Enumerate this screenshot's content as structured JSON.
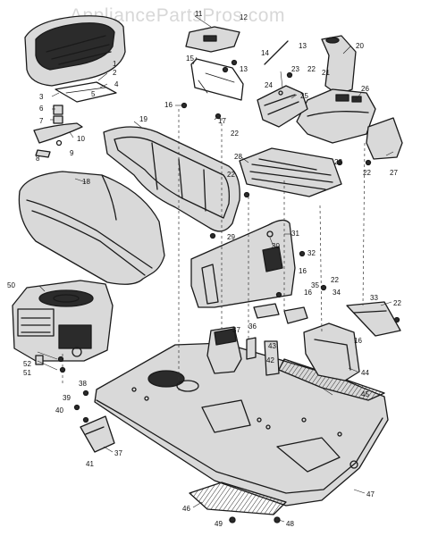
{
  "watermark": "AppliancePartsPros.com",
  "callouts": [
    "1",
    "2",
    "3",
    "4",
    "5",
    "6",
    "7",
    "8",
    "9",
    "10",
    "11",
    "12",
    "13",
    "14",
    "15",
    "16",
    "17",
    "18",
    "19",
    "20",
    "21",
    "22",
    "23",
    "24",
    "25",
    "26",
    "27",
    "28",
    "29",
    "30",
    "31",
    "32",
    "33",
    "34",
    "35",
    "36",
    "37",
    "38",
    "39",
    "40",
    "41",
    "42",
    "43",
    "44",
    "45",
    "46",
    "47",
    "48",
    "49",
    "50",
    "51",
    "52"
  ],
  "parts": {
    "seat": "seat",
    "seat_pan": "seat-mounting-plate",
    "spring": "seat-spring",
    "hood": "hood",
    "grille": "grille-frame",
    "dash": "dashboard-panel",
    "steering_cover": "steering-column-cover",
    "console": "console",
    "fuel_cover": "fuel-tank-cover",
    "footrest": "footrest-grille",
    "firewall": "firewall",
    "engine": "engine",
    "frame": "main-frame",
    "mat": "foot-mat",
    "bracket_right": "pedal-bracket",
    "side_plate": "side-plate"
  }
}
